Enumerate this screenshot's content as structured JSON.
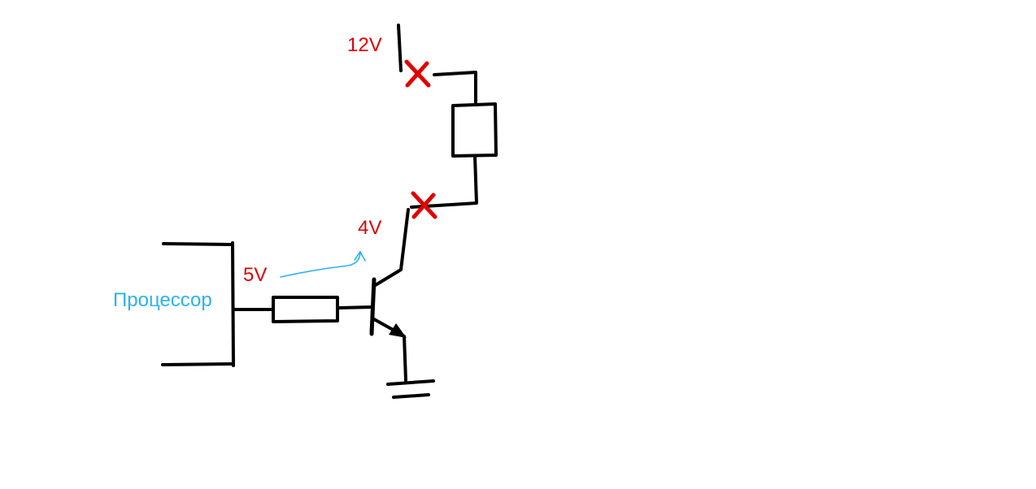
{
  "canvas": {
    "background": "#ffffff",
    "ink_color": "#000000",
    "annotation_red": "#e00000",
    "annotation_blue": "#2bb3ea"
  },
  "labels": {
    "supply_voltage": "12V",
    "collector_voltage": "4V",
    "base_voltage": "5V",
    "processor": "Процессор"
  }
}
